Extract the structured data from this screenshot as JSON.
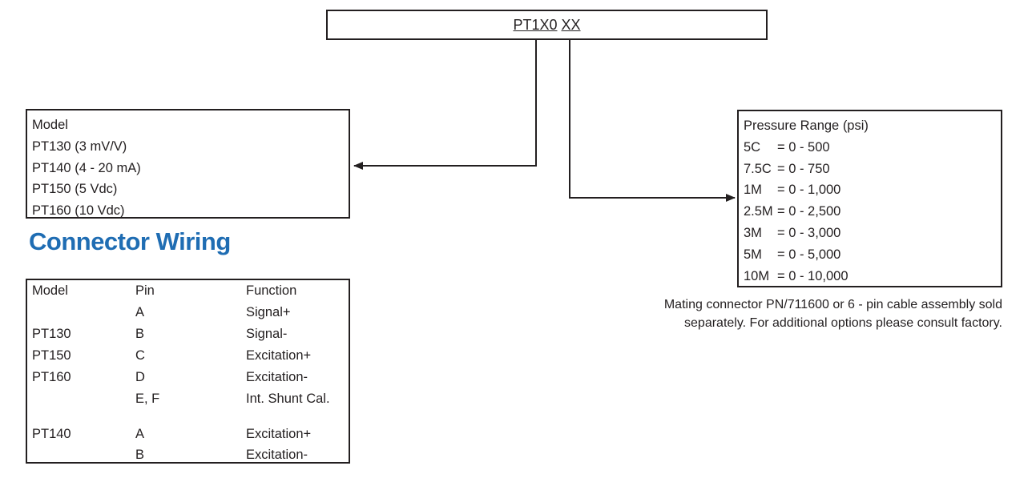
{
  "code": {
    "prefix": "PT1X0",
    "suffix": "XX"
  },
  "model_box": {
    "lines": [
      "Model",
      "PT130 (3 mV/V)",
      "PT140 (4 - 20 mA)",
      "PT150 (5 Vdc)",
      "PT160 (10 Vdc)"
    ]
  },
  "pressure_box": {
    "title": "Pressure Range (psi)",
    "items": [
      {
        "code": "5C",
        "range": "= 0 - 500"
      },
      {
        "code": "7.5C",
        "range": "= 0 - 750"
      },
      {
        "code": "1M",
        "range": "= 0 - 1,000"
      },
      {
        "code": "2.5M",
        "range": "= 0 - 2,500"
      },
      {
        "code": "3M",
        "range": "= 0 - 3,000"
      },
      {
        "code": "5M",
        "range": "= 0 - 5,000"
      },
      {
        "code": "10M",
        "range": "= 0 - 10,000"
      }
    ]
  },
  "note": {
    "line1": "Mating connector PN/711600 or 6 - pin cable assembly sold",
    "line2": "separately. For additional options please consult factory."
  },
  "section_title": "Connector Wiring",
  "wiring": {
    "headers": {
      "model": "Model",
      "pin": "Pin",
      "function": "Function"
    },
    "rows": [
      {
        "model": "",
        "pin": "A",
        "function": "Signal+"
      },
      {
        "model": "PT130",
        "pin": "B",
        "function": "Signal-"
      },
      {
        "model": "PT150",
        "pin": "C",
        "function": "Excitation+"
      },
      {
        "model": "PT160",
        "pin": "D",
        "function": "Excitation-"
      },
      {
        "model": "",
        "pin": "E, F",
        "function": "Int. Shunt Cal."
      },
      {
        "model": "PT140",
        "pin": "A",
        "function": "Excitation+"
      },
      {
        "model": "",
        "pin": "B",
        "function": "Excitation-"
      }
    ]
  }
}
